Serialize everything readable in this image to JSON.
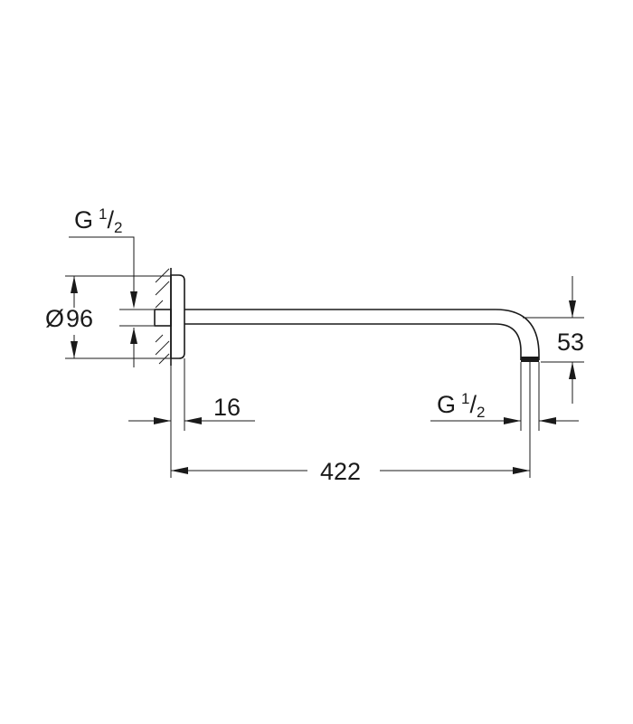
{
  "diagram": {
    "thread_label_top": {
      "letter": "G",
      "numerator": "1",
      "slash": "/",
      "denominator": "2"
    },
    "diameter_label": {
      "symbol": "Ø",
      "value": "96"
    },
    "flange_depth_label": "16",
    "length_label": "422",
    "height_label": "53",
    "thread_label_outlet": {
      "letter": "G",
      "numerator": "1",
      "slash": "/",
      "denominator": "2"
    },
    "colors": {
      "ink": "#1a1a1a",
      "background": "#ffffff"
    }
  }
}
